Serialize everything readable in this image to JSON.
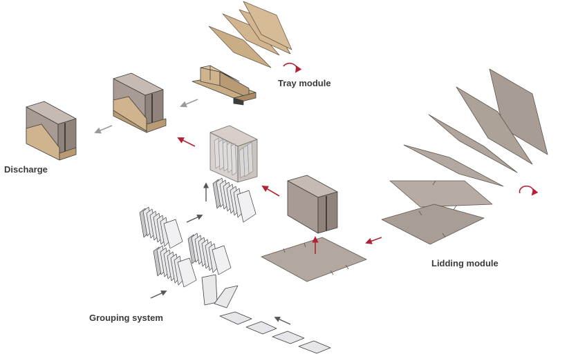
{
  "labels": {
    "tray_module": "Tray module",
    "discharge": "Discharge",
    "lidding_module": "Lidding module",
    "grouping_system": "Grouping system"
  },
  "colors": {
    "text": "#3a3a3a",
    "flow_arrow": "#b22234",
    "gray_arrow": "#8a8a8a",
    "dark_arrow": "#555555",
    "lid_board": "#a89d94",
    "lid_board_light": "#b7aca3",
    "box_front": "#a79b93",
    "box_side": "#8f837b",
    "box_top": "#c5bbb3",
    "tray_board": "#cfb48d",
    "tray_board_dark": "#b99b73",
    "edge": "#3d3d3d",
    "container_face": "#e9e9ec",
    "container_side": "#c8c8cc",
    "ghost_box": "#cbbfb8"
  },
  "icons": [
    "rotation-arrow-icon",
    "flow-arrow-icon"
  ]
}
